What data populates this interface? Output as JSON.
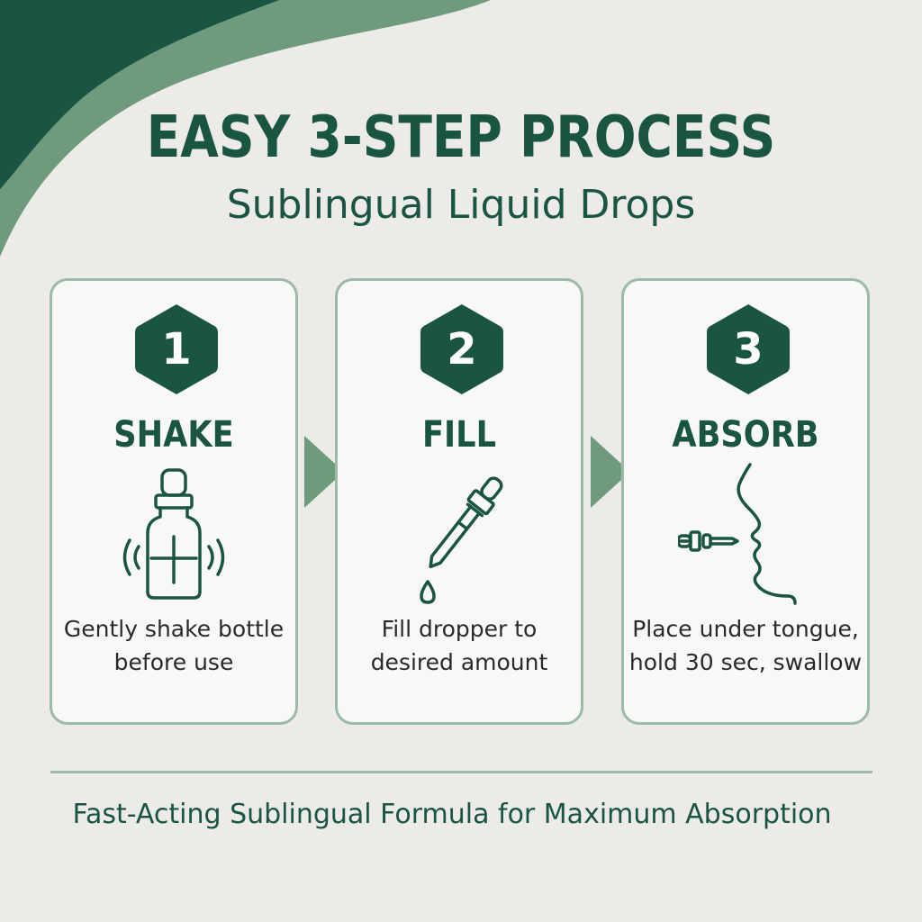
{
  "header": {
    "title": "EASY 3-STEP PROCESS",
    "subtitle": "Sublingual Liquid Drops"
  },
  "steps": [
    {
      "number": "1",
      "title": "SHAKE",
      "description": "Gently shake bottle before use",
      "icon": "shaking-bottle-icon"
    },
    {
      "number": "2",
      "title": "FILL",
      "description": "Fill dropper to desired amount",
      "icon": "dropper-icon"
    },
    {
      "number": "3",
      "title": "ABSORB",
      "description": "Place under tongue, hold 30 sec, swallow",
      "icon": "dropper-face-icon"
    }
  ],
  "footer": {
    "tagline": "Fast-Acting Sublingual Formula for Maximum Absorption"
  },
  "colors": {
    "primary_dark": "#1a5443",
    "accent_green": "#6f9a7d",
    "border_light": "#9dbaa6",
    "background": "#ecebe8",
    "card_background": "#f8f8f6"
  }
}
